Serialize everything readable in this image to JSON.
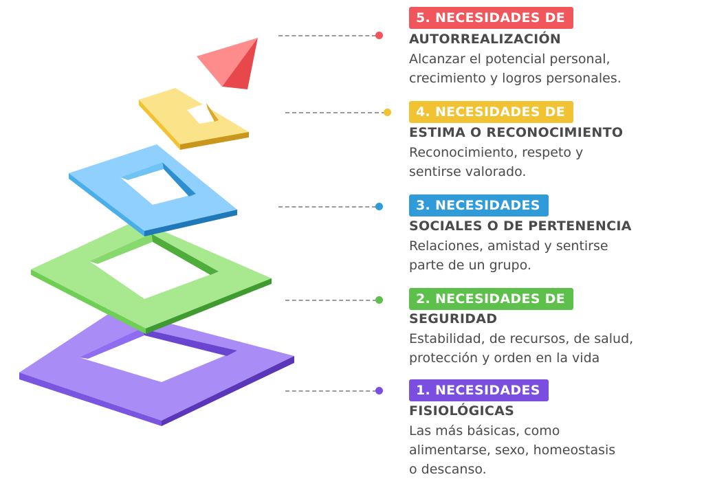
{
  "colors": {
    "level5": "#f0565b",
    "level4": "#f1c232",
    "level3": "#2f9bd9",
    "level2": "#5cc04a",
    "level1": "#7a4fe0"
  },
  "levels": [
    {
      "badge": "5. NECESIDADES DE",
      "subtitle": "AUTORREALIZACIÓN",
      "desc_lines": [
        "Alcanzar el potencial personal,",
        "crecimiento y logros personales."
      ]
    },
    {
      "badge": "4. NECESIDADES DE",
      "subtitle": "ESTIMA O RECONOCIMIENTO",
      "desc_lines": [
        "Reconocimiento, respeto y",
        "sentirse valorado."
      ]
    },
    {
      "badge": "3. NECESIDADES",
      "subtitle": "SOCIALES O DE PERTENENCIA",
      "desc_lines": [
        "Relaciones, amistad y sentirse",
        "parte de un grupo."
      ]
    },
    {
      "badge": "2. NECESIDADES DE",
      "subtitle": "SEGURIDAD",
      "desc_lines": [
        "Estabilidad, de recursos, de salud,",
        "protección y orden en la vida"
      ]
    },
    {
      "badge": "1. NECESIDADES",
      "subtitle": "FISIOLÓGICAS",
      "desc_lines": [
        "Las más básicas, como",
        "alimentarse, sexo, homeostasis",
        "o descanso."
      ]
    }
  ]
}
